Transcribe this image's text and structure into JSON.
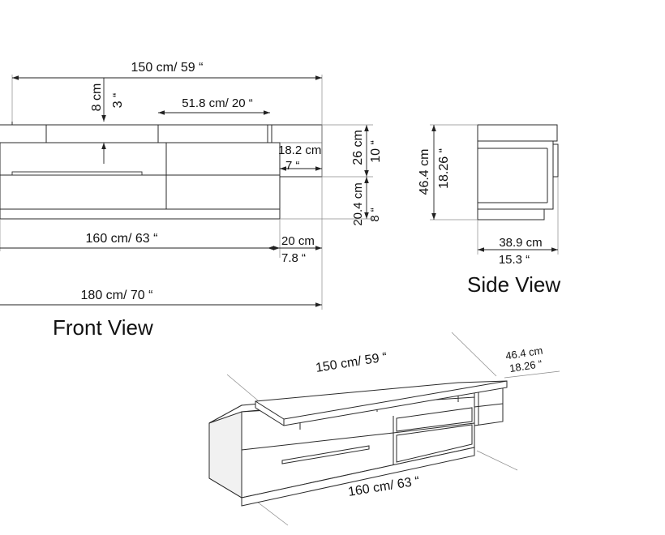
{
  "front_view": {
    "title": "Front View",
    "top_width": "150 cm/ 59 “",
    "top_thickness_cm": "8 cm",
    "top_thickness_in": "3 “",
    "shelf_width": "51.8 cm/ 20 “",
    "gap_height_cm": "18.2 cm",
    "gap_height_in": "7 “",
    "drawer_height_cm": "26 cm",
    "drawer_height_in": "10 “",
    "base_height_cm": "20.4 cm",
    "base_height_in": "8 “",
    "body_width": "160 cm/ 63 “",
    "overhang_cm": "20 cm",
    "overhang_in": "7.8 “",
    "total_width": "180 cm/ 70 “"
  },
  "side_view": {
    "title": "Side View",
    "height_cm": "46.4 cm",
    "height_in": "18.26 “",
    "depth_cm": "38.9 cm",
    "depth_in": "15.3 “"
  },
  "iso_view": {
    "top_width": "150 cm/ 59 “",
    "depth_cm": "46.4 cm",
    "depth_in": "18.26 “",
    "body_width": "160 cm/ 63 “"
  }
}
